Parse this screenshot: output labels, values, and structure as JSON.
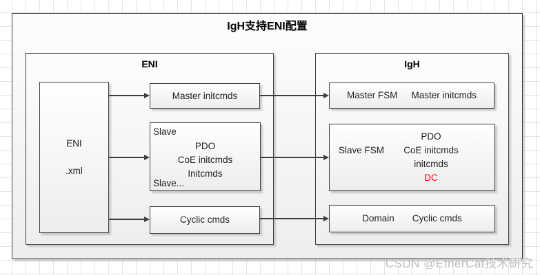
{
  "title": "IgH支持ENI配置",
  "watermark": "CSDN @EtherCat技术研究",
  "colors": {
    "dc_text": "#ff0000",
    "box_border": "#3e3e3e",
    "grid_line": "#e4e4e4",
    "watermark_text": "#bdbdbd"
  },
  "eni": {
    "title": "ENI",
    "source_box": {
      "line1": "ENI",
      "line2": ".xml"
    },
    "master_box_label": "Master initcmds",
    "slave_box": {
      "top_left": "Slave",
      "lines": [
        "PDO",
        "CoE initcmds",
        "Initcmds"
      ],
      "bottom_left": "Slave..."
    },
    "cyclic_box_label": "Cyclic cmds"
  },
  "igh": {
    "title": "IgH",
    "master_box": {
      "left": "Master FSM",
      "right": "Master initcmds"
    },
    "slave_box": {
      "left": "Slave FSM",
      "lines": [
        "PDO",
        "CoE initcmds",
        "initcmds"
      ],
      "dc": "DC"
    },
    "domain_box": {
      "left": "Domain",
      "right": "Cyclic cmds"
    }
  }
}
